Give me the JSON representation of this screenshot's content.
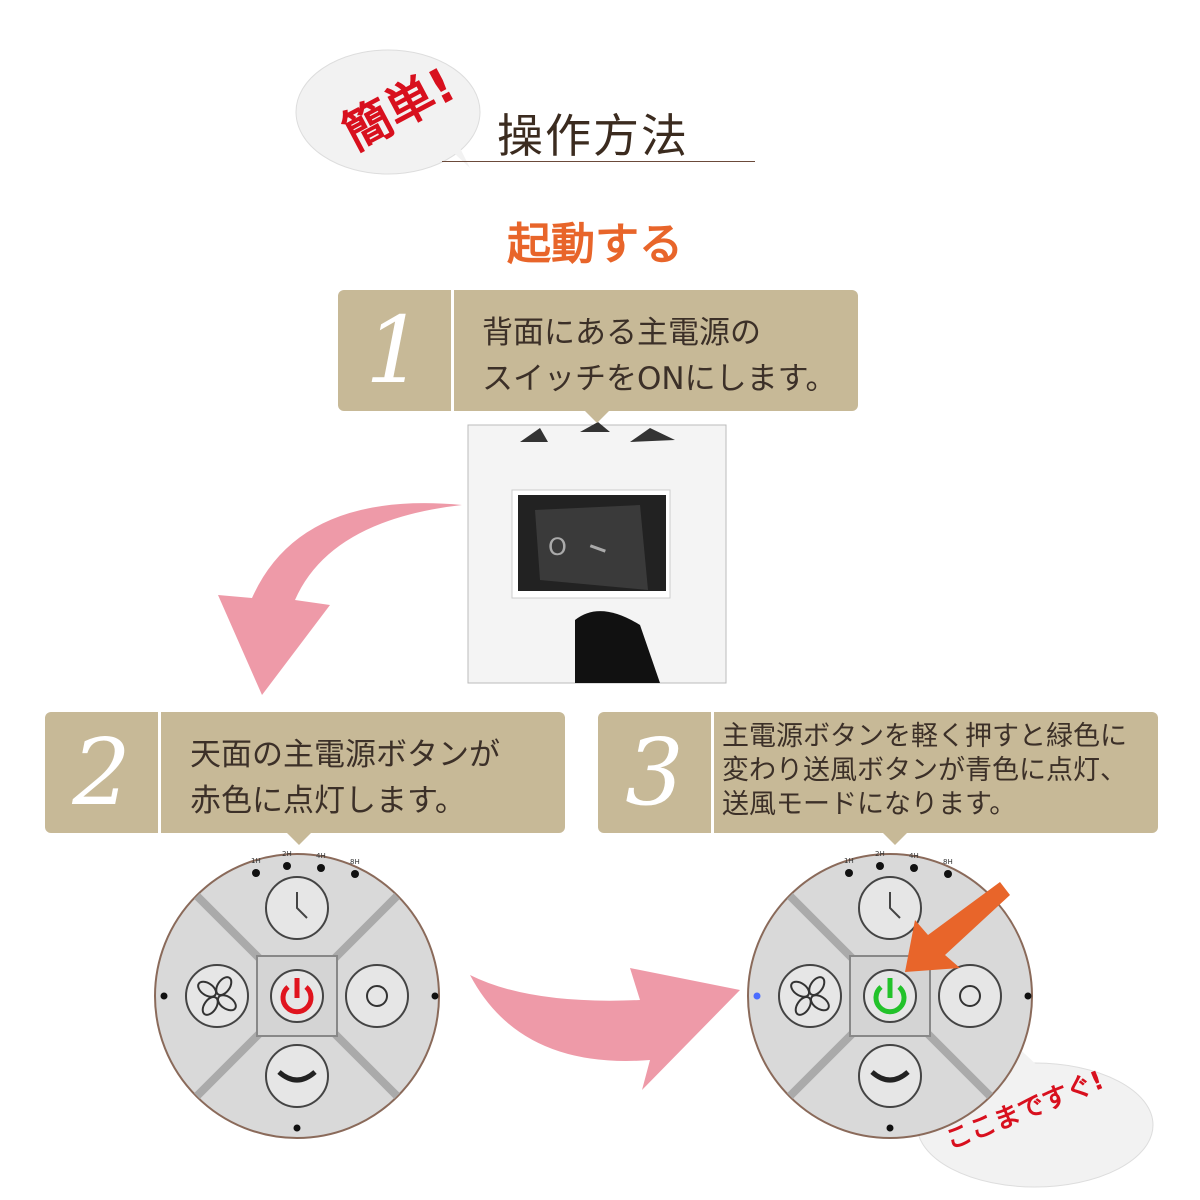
{
  "header": {
    "badge": "簡単!",
    "title": "操作方法",
    "subtitle": "起動する"
  },
  "steps": [
    {
      "number": "1",
      "text": "背面にある主電源の\nスイッチをONにします。"
    },
    {
      "number": "2",
      "text": "天面の主電源ボタンが\n赤色に点灯します。"
    },
    {
      "number": "3",
      "text": "主電源ボタンを軽く押すと緑色に\n変わり送風ボタンが青色に点灯、\n送風モードになります。"
    }
  ],
  "panel": {
    "timer_labels": [
      "1H",
      "2H",
      "4H",
      "8H"
    ]
  },
  "switch_labels": {
    "off": "O",
    "on": "I"
  },
  "footer_badge": "ここまですぐ!",
  "colors": {
    "box": "#c7b997",
    "accent": "#e8652a",
    "arrow": "#ee9aa8",
    "red_led": "#e0141e",
    "green_led": "#22c22a"
  }
}
